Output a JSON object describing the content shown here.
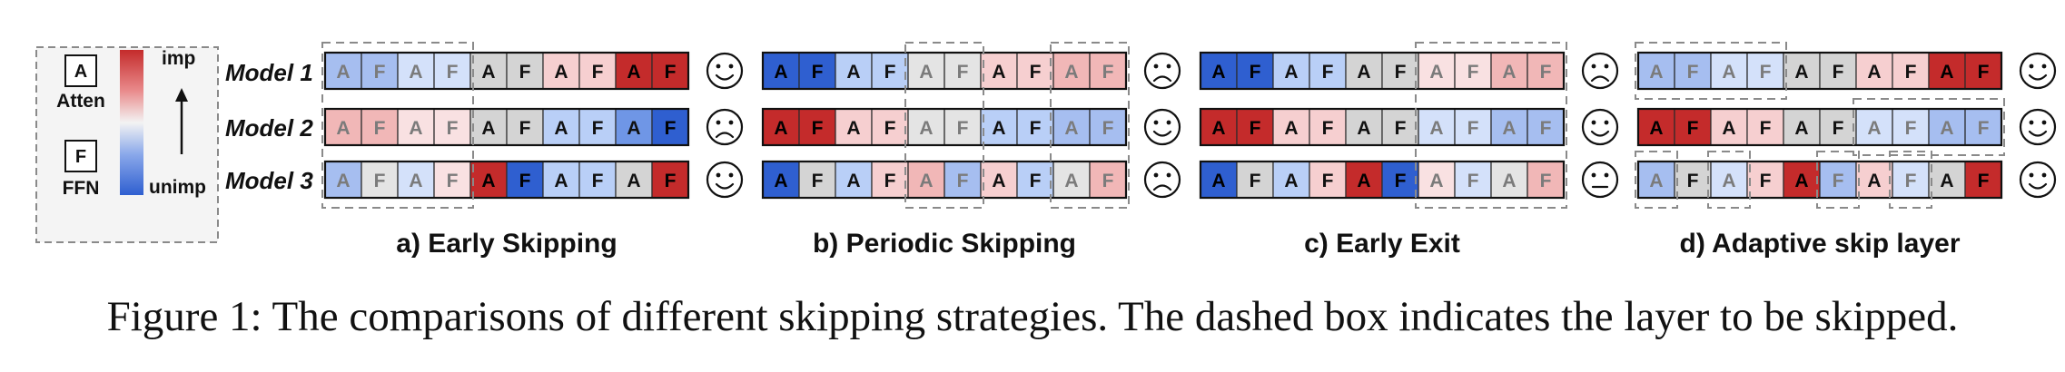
{
  "legend": {
    "attn_box": "A",
    "attn_label": "Atten",
    "ffn_box": "F",
    "ffn_label": "FFN",
    "imp_label": "imp",
    "unimp_label": "unimp"
  },
  "colorscale": {
    "-3": "#2f5fd0",
    "-2": "#6f96e6",
    "-1": "#b9cff7",
    "0": "#d4d4d4",
    "1": "#f6cfd0",
    "2": "#e98a8b",
    "3": "#c42b2b"
  },
  "models": [
    "Model 1",
    "Model 2",
    "Model 3"
  ],
  "faces_legend": {
    "happy": "☺",
    "sad": "☹",
    "neutral": "😐"
  },
  "panels": [
    {
      "title": "a) Early Skipping",
      "rows": [
        {
          "levels": [
            -2,
            -2,
            -1,
            -1,
            0,
            0,
            1,
            1,
            3,
            3
          ],
          "skipped": [
            0,
            1,
            2,
            3
          ],
          "face": "happy"
        },
        {
          "levels": [
            2,
            2,
            1,
            1,
            0,
            0,
            -1,
            -1,
            -2,
            -3
          ],
          "skipped": [
            0,
            1,
            2,
            3
          ],
          "face": "sad"
        },
        {
          "levels": [
            -2,
            0,
            -1,
            1,
            3,
            -3,
            -1,
            -1,
            0,
            3
          ],
          "skipped": [
            0,
            1,
            2,
            3
          ],
          "face": "happy"
        }
      ],
      "skip_boxes": [
        {
          "start": 0,
          "end": 3,
          "row_start": 0,
          "row_end": 2
        }
      ]
    },
    {
      "title": "b) Periodic Skipping",
      "rows": [
        {
          "levels": [
            -3,
            -3,
            -1,
            -1,
            0,
            0,
            1,
            1,
            2,
            2
          ],
          "skipped": [
            4,
            5,
            8,
            9
          ],
          "face": "sad"
        },
        {
          "levels": [
            3,
            3,
            1,
            1,
            0,
            0,
            -1,
            -1,
            -2,
            -2
          ],
          "skipped": [
            4,
            5,
            8,
            9
          ],
          "face": "happy"
        },
        {
          "levels": [
            -3,
            0,
            -1,
            1,
            2,
            -2,
            1,
            -1,
            0,
            2
          ],
          "skipped": [
            4,
            5,
            8,
            9
          ],
          "face": "sad"
        }
      ],
      "skip_boxes": [
        {
          "start": 4,
          "end": 5,
          "row_start": 0,
          "row_end": 2
        },
        {
          "start": 8,
          "end": 9,
          "row_start": 0,
          "row_end": 2
        }
      ]
    },
    {
      "title": "c) Early Exit",
      "rows": [
        {
          "levels": [
            -3,
            -3,
            -1,
            -1,
            0,
            0,
            1,
            1,
            2,
            2
          ],
          "skipped": [
            6,
            7,
            8,
            9
          ],
          "face": "sad"
        },
        {
          "levels": [
            3,
            3,
            1,
            1,
            0,
            0,
            -1,
            -1,
            -2,
            -2
          ],
          "skipped": [
            6,
            7,
            8,
            9
          ],
          "face": "happy"
        },
        {
          "levels": [
            -3,
            0,
            -1,
            1,
            3,
            -3,
            1,
            -1,
            0,
            2
          ],
          "skipped": [
            6,
            7,
            8,
            9
          ],
          "face": "neutral"
        }
      ],
      "skip_boxes": [
        {
          "start": 6,
          "end": 9,
          "row_start": 0,
          "row_end": 2
        }
      ]
    },
    {
      "title": "d) Adaptive skip layer",
      "rows": [
        {
          "levels": [
            -2,
            -2,
            -1,
            -1,
            0,
            0,
            1,
            1,
            3,
            3
          ],
          "skipped": [
            0,
            1,
            2,
            3
          ],
          "face": "happy"
        },
        {
          "levels": [
            3,
            3,
            1,
            1,
            0,
            0,
            -1,
            -1,
            -2,
            -2
          ],
          "skipped": [
            6,
            7,
            8,
            9
          ],
          "face": "happy"
        },
        {
          "levels": [
            -2,
            0,
            -1,
            1,
            3,
            -2,
            1,
            -1,
            0,
            3
          ],
          "skipped": [
            0,
            2,
            5,
            7
          ],
          "face": "happy"
        }
      ],
      "skip_boxes": [
        {
          "start": 0,
          "end": 3,
          "row_start": 0,
          "row_end": 0
        },
        {
          "start": 6,
          "end": 9,
          "row_start": 1,
          "row_end": 1
        },
        {
          "start": 0,
          "end": 0,
          "row_start": 2,
          "row_end": 2
        },
        {
          "start": 2,
          "end": 2,
          "row_start": 2,
          "row_end": 2
        },
        {
          "start": 5,
          "end": 5,
          "row_start": 2,
          "row_end": 2
        },
        {
          "start": 7,
          "end": 7,
          "row_start": 2,
          "row_end": 2
        }
      ]
    }
  ],
  "caption": "Figure 1: The comparisons of different skipping strategies. The dashed box indicates the layer to be skipped."
}
